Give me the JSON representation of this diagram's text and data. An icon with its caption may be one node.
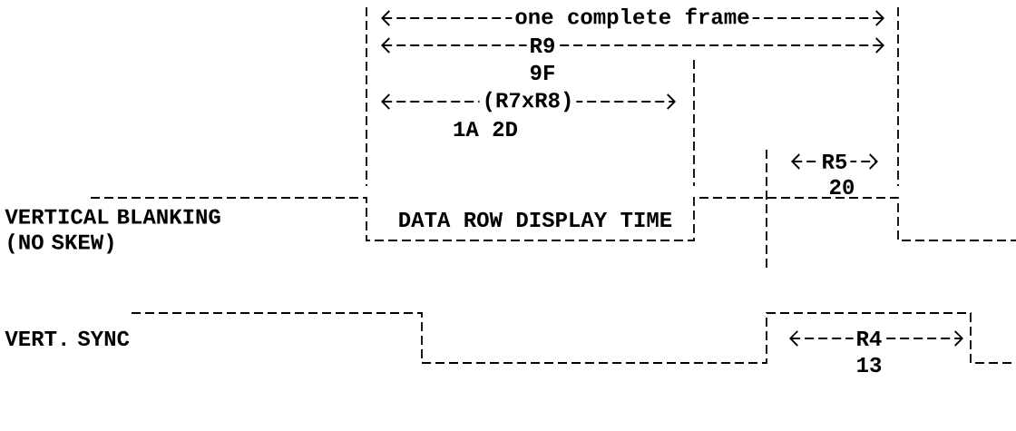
{
  "diagram": {
    "labels": [
      "one complete frame",
      "R9",
      "9F",
      "(R7xR8)",
      "1A 2D",
      "R5",
      "20",
      "VERTICAL BLANKING (NO SKEW)",
      "DATA ROW DISPLAY TIME",
      "VERT. SYNC",
      "R4",
      "13"
    ]
  }
}
